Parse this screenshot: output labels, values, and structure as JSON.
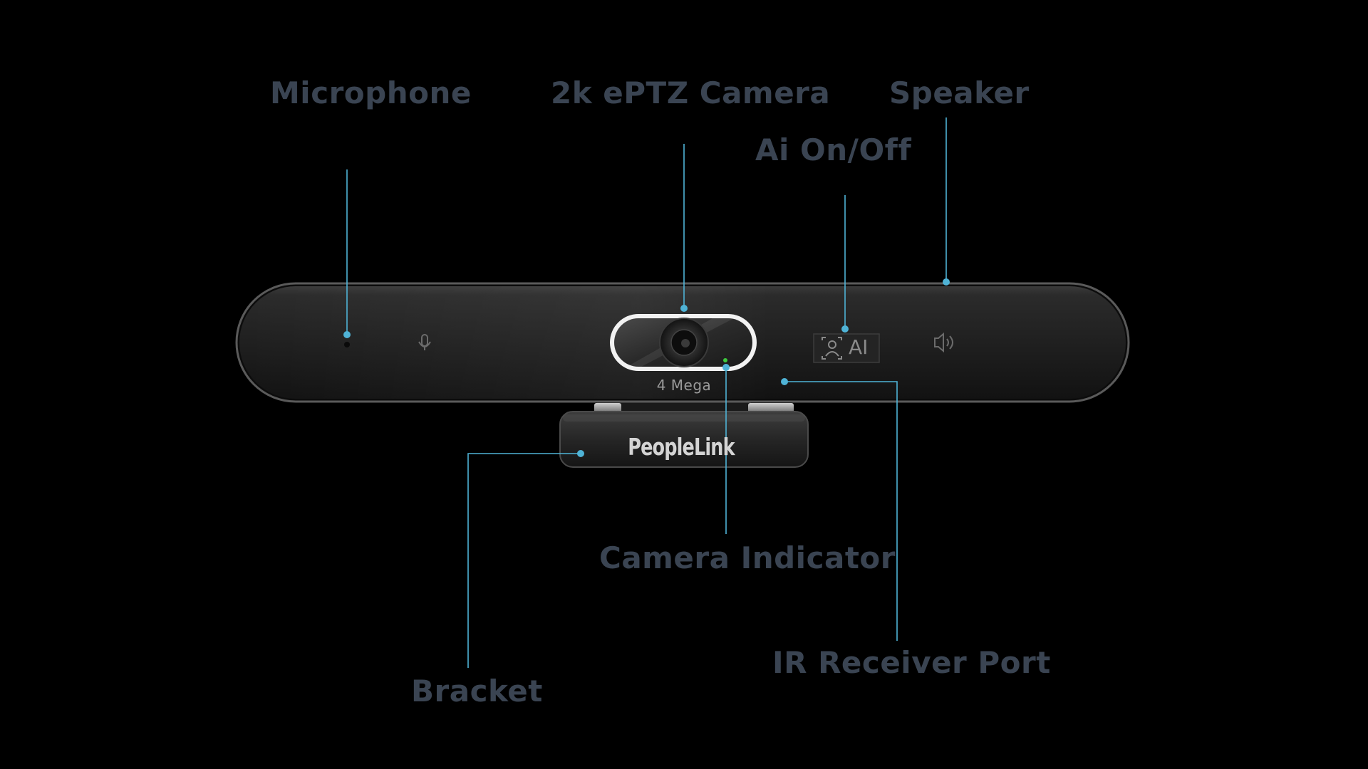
{
  "labels": {
    "microphone": "Microphone",
    "camera": "2k ePTZ Camera",
    "speaker": "Speaker",
    "ai_toggle": "Ai On/Off",
    "camera_indicator": "Camera Indicator",
    "ir_receiver": "IR Receiver Port",
    "bracket": "Bracket"
  },
  "device": {
    "lens_caption": "4 Mega",
    "brand": "PeopleLink",
    "ai_button_text": "AI"
  },
  "colors": {
    "background": "#000000",
    "label": "#3a4452",
    "callout_line": "#4fb3d6",
    "indicator_led": "#3ec93e"
  },
  "icons": {
    "microphone": "microphone-icon",
    "speaker": "speaker-icon",
    "ai_person": "person-frame-icon"
  }
}
